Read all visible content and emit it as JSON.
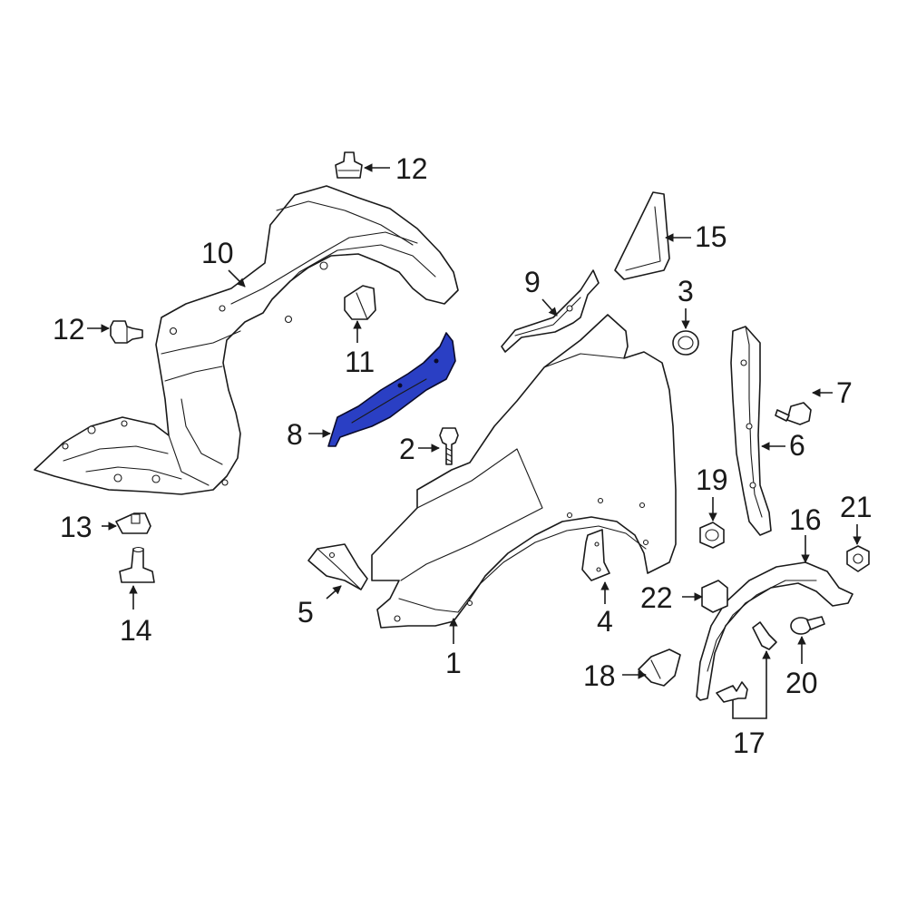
{
  "highlight_color": "#2a3fc4",
  "callouts": [
    {
      "id": "c1",
      "label": "1"
    },
    {
      "id": "c2",
      "label": "2"
    },
    {
      "id": "c3",
      "label": "3"
    },
    {
      "id": "c4",
      "label": "4"
    },
    {
      "id": "c5",
      "label": "5"
    },
    {
      "id": "c6",
      "label": "6"
    },
    {
      "id": "c7",
      "label": "7"
    },
    {
      "id": "c8",
      "label": "8"
    },
    {
      "id": "c9",
      "label": "9"
    },
    {
      "id": "c10",
      "label": "10"
    },
    {
      "id": "c11",
      "label": "11"
    },
    {
      "id": "c12a",
      "label": "12"
    },
    {
      "id": "c12b",
      "label": "12"
    },
    {
      "id": "c13",
      "label": "13"
    },
    {
      "id": "c14",
      "label": "14"
    },
    {
      "id": "c15",
      "label": "15"
    },
    {
      "id": "c16",
      "label": "16"
    },
    {
      "id": "c17",
      "label": "17"
    },
    {
      "id": "c18",
      "label": "18"
    },
    {
      "id": "c19",
      "label": "19"
    },
    {
      "id": "c20",
      "label": "20"
    },
    {
      "id": "c21",
      "label": "21"
    },
    {
      "id": "c22",
      "label": "22"
    }
  ]
}
